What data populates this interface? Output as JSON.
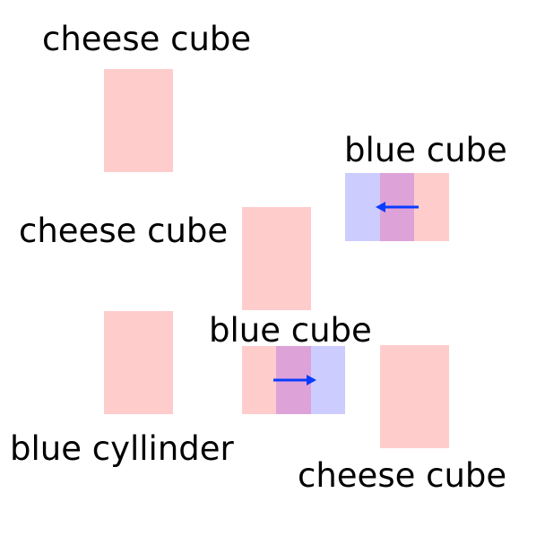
{
  "labels": {
    "cheese_cube_1": "cheese cube",
    "cheese_cube_2": "cheese cube",
    "cheese_cube_3": "cheese cube",
    "blue_cube_1": "blue cube",
    "blue_cube_2": "blue cube",
    "blue_cylinder": "blue cyllinder"
  },
  "colors": {
    "cheese": "#ffcccc",
    "blue": "#ccccff",
    "overlap": "#dda3d8",
    "arrow": "#0a3cff"
  },
  "arrows": {
    "blue_cube_1": "left-arrow",
    "blue_cube_2": "right-arrow"
  }
}
